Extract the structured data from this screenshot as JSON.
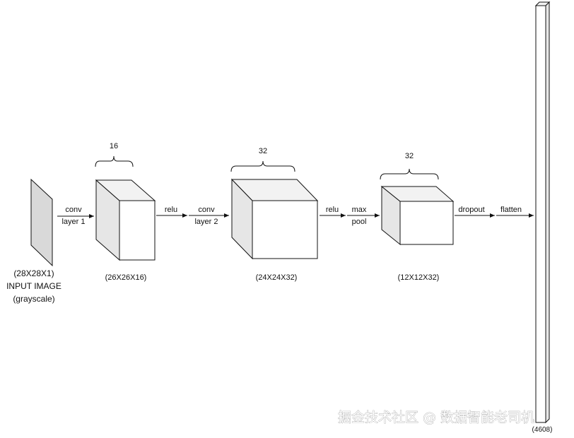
{
  "input": {
    "dims": "(28X28X1)",
    "title": "INPUT IMAGE",
    "note": "(grayscale)"
  },
  "layers": [
    {
      "depth_label": "16",
      "dims": "(26X26X16)"
    },
    {
      "depth_label": "32",
      "dims": "(24X24X32)"
    },
    {
      "depth_label": "32",
      "dims": "(12X12X32)"
    }
  ],
  "ops": {
    "conv1_line1": "conv",
    "conv1_line2": "layer 1",
    "relu1": "relu",
    "conv2_line1": "conv",
    "conv2_line2": "layer 2",
    "relu2": "relu",
    "pool_line1": "max",
    "pool_line2": "pool",
    "dropout": "dropout",
    "flatten": "flatten"
  },
  "output": {
    "dims": "(4608)"
  },
  "watermark": "掘金技术社区 @ 数据智能老司机",
  "colors": {
    "face_front": "#ffffff",
    "face_side": "#e6e6e6",
    "face_top": "#f2f2f2",
    "input_plane": "#d9d9d9",
    "stroke": "#111111"
  }
}
